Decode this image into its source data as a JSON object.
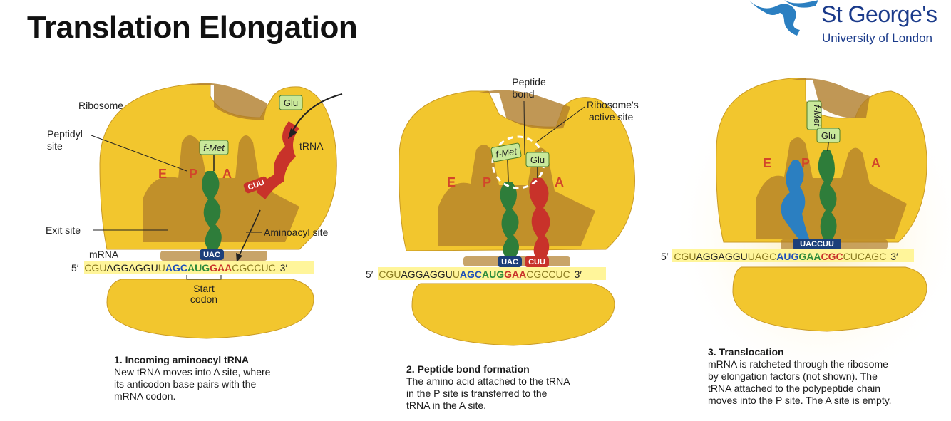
{
  "title": "Translation Elongation",
  "logo": {
    "name": "St George's",
    "subtitle": "University of London"
  },
  "panel1": {
    "labels": {
      "ribosome": "Ribosome",
      "peptidyl_line1": "Peptidyl",
      "peptidyl_line2": "site",
      "exit_site": "Exit site",
      "mrna": "mRNA",
      "trna": "tRNA",
      "aminoacyl_site": "Aminoacyl site",
      "start_line1": "Start",
      "start_line2": "codon"
    },
    "sites": [
      "E",
      "P",
      "A"
    ],
    "amino_acids": {
      "fmet": "f-Met",
      "glu": "Glu"
    },
    "anticodons": {
      "p": "UAC",
      "incoming": "CUU"
    },
    "mrna": {
      "five": "5′",
      "three": "3′",
      "segments": [
        "CGU",
        "AGGAGGU",
        "U",
        "AGC",
        "AUG",
        "GAA",
        "CGCCUC"
      ]
    },
    "caption": {
      "heading": "1. Incoming aminoacyl tRNA",
      "line1": "New tRNA moves into A site, where",
      "line2": "its anticodon base pairs with the",
      "line3": "mRNA codon."
    }
  },
  "panel2": {
    "labels": {
      "peptide_line1": "Peptide",
      "peptide_line2": "bond",
      "active_line1": "Ribosome's",
      "active_line2": "active site"
    },
    "sites": [
      "E",
      "P",
      "A"
    ],
    "amino_acids": {
      "fmet": "f-Met",
      "glu": "Glu"
    },
    "anticodons": {
      "p": "UAC",
      "a": "CUU"
    },
    "mrna": {
      "five": "5′",
      "three": "3′",
      "segments": [
        "CGU",
        "AGGAGGU",
        "U",
        "AGC",
        "AUG",
        "GAA",
        "CGCCUC"
      ]
    },
    "caption": {
      "heading": "2. Peptide bond formation",
      "line1": "The amino acid attached to the tRNA",
      "line2": "in the P site is transferred to the",
      "line3": "tRNA in the A site."
    }
  },
  "panel3": {
    "sites": [
      "E",
      "P",
      "A"
    ],
    "amino_acids": {
      "fmet": "f-Met",
      "glu": "Glu"
    },
    "anticodons": {
      "pair": "UACCUU"
    },
    "mrna": {
      "five": "5′",
      "three": "3′",
      "segments": [
        "CGU",
        "AGGAGGU",
        "UAGC",
        "AUG",
        "GAA",
        "CGC",
        "CUCAGC"
      ]
    },
    "caption": {
      "heading": "3. Translocation",
      "line1": "mRNA is ratcheted through the ribosome",
      "line2": "by elongation factors (not shown). The",
      "line3": "tRNA attached to the polypeptide chain",
      "line4": "moves into the P site. The A site is empty."
    }
  },
  "colors": {
    "ribosome": "#f2c62e",
    "ribosome_shadow": "#b07d2a",
    "trna_green": "#2e7d3a",
    "trna_red": "#c8322a",
    "trna_blue": "#2b7fc1",
    "mrna_highlight": "#fff59a",
    "codon_blue": "#1e4fb8",
    "codon_green": "#2e8b3a",
    "codon_red": "#c8322a"
  }
}
